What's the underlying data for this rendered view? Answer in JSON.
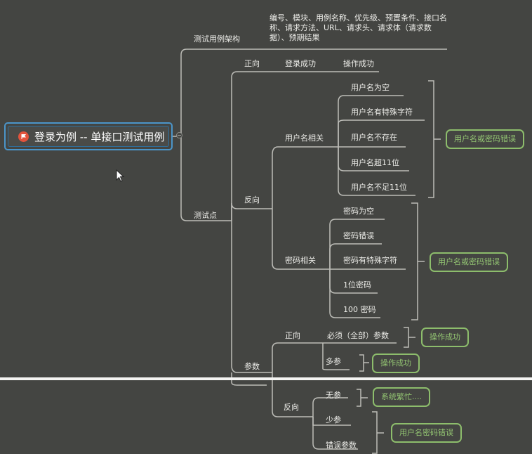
{
  "root": {
    "label": "登录为例 -- 单接口测试用例",
    "icon": "flag-icon"
  },
  "branch_structure": {
    "label": "测试用例架构",
    "detail": "编号、模块、用例名称、优先级、预置条件、接口名称、请求方法、URL、请求头、请求体（请求数据）、预期结果"
  },
  "test_points": {
    "label": "测试点",
    "positive": {
      "label": "正向",
      "case": "登录成功",
      "result": "操作成功"
    },
    "negative": {
      "label": "反向",
      "username": {
        "label": "用户名相关",
        "cases": [
          "用户名为空",
          "用户名有特殊字符",
          "用户名不存在",
          "用户名超11位",
          "用户名不足11位"
        ],
        "summary": "用户名或密码错误"
      },
      "password": {
        "label": "密码相关",
        "cases": [
          "密码为空",
          "密码错误",
          "密码有特殊字符",
          "1位密码",
          "100 密码"
        ],
        "summary": "用户名或密码错误"
      }
    },
    "params": {
      "label": "参数",
      "positive": {
        "label": "正向",
        "case": "必须（全部）参数",
        "summary": "操作成功"
      },
      "more": {
        "case": "多参",
        "summary": "操作成功"
      },
      "negative": {
        "label": "反向",
        "none": {
          "case": "无参",
          "summary": "系统繁忙...."
        },
        "few": "少参",
        "wrong": "错误参数",
        "summary": "用户名密码错误"
      }
    }
  },
  "colors": {
    "background": "#444542",
    "line": "#bdbdb8",
    "summary": "#8dbd6c",
    "root_border": "#4b95c9",
    "flag": "#e3533c"
  }
}
